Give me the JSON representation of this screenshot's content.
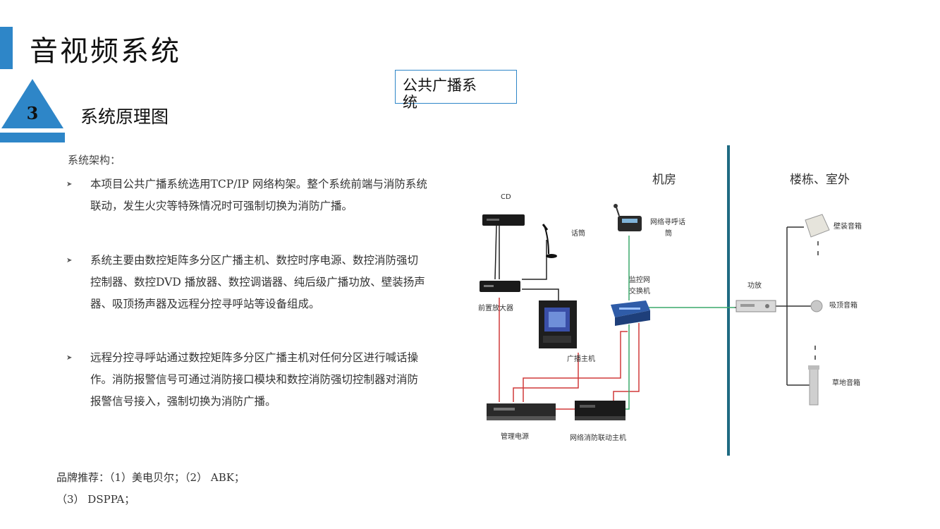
{
  "header": {
    "title": "音视频系统",
    "accent_color": "#2e86c8"
  },
  "section": {
    "number": "3",
    "title": "系统原理图"
  },
  "box_label": {
    "line1": "公共广播系",
    "line2": "统"
  },
  "content": {
    "heading": "系统架构：",
    "bullets": [
      "本项目公共广播系统选用TCP/IP 网络构架。整个系统前端与消防系统联动，发生火灾等特殊情况时可强制切换为消防广播。",
      "系统主要由数控矩阵多分区广播主机、数控时序电源、数控消防强切控制器、数控DVD 播放器、数控调谐器、纯后级广播功放、壁装扬声器、吸顶扬声器及远程分控寻呼站等设备组成。",
      "远程分控寻呼站通过数控矩阵多分区广播主机对任何分区进行喊话操作。消防报警信号可通过消防接口模块和数控消防强切控制器对消防报警信号接入，强制切换为消防广播。"
    ],
    "bullet_icon": "arrowhead-icon"
  },
  "brands": {
    "line1": "品牌推荐：（1）美电贝尔；（2） ABK；",
    "line2": "（3） DSPPA；"
  },
  "diagram": {
    "zone_room": "机房",
    "zone_outdoor": "楼栋、室外",
    "labels": {
      "cd": "CD",
      "mic": "话筒",
      "paging_line1": "网络寻呼话",
      "paging_line2": "筒",
      "switch_line1": "监控网",
      "switch_line2": "交换机",
      "preamp": "前置放大器",
      "host": "广播主机",
      "amp": "功放",
      "wall_speaker": "壁装音箱",
      "ceiling_speaker": "吸顶音箱",
      "lawn_speaker": "草地音箱",
      "power": "管理电源",
      "fire_host": "网络消防联动主机"
    },
    "colors": {
      "black_line": "#222222",
      "red_line": "#d03a3a",
      "green_line": "#3aa86a",
      "divider": "#1f6b82"
    }
  }
}
